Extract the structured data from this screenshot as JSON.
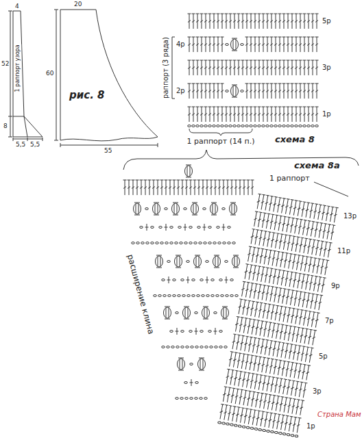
{
  "diagram": {
    "labels": [
      "4",
      "52",
      "8",
      "1 раппорт узора",
      "5,5",
      "5,5",
      "20",
      "60",
      "рис. 8",
      "55",
      "раппорт (3 ряда)",
      "4р",
      "2р",
      "5р",
      "3р",
      "1р",
      "1 раппорт (14 п.)",
      "схема 8",
      "схема 8а",
      "1 раппорт",
      "13р",
      "11р",
      "9р",
      "7р",
      "5р",
      "3р",
      "1р",
      "расширение клина",
      "Страна Мам"
    ]
  }
}
